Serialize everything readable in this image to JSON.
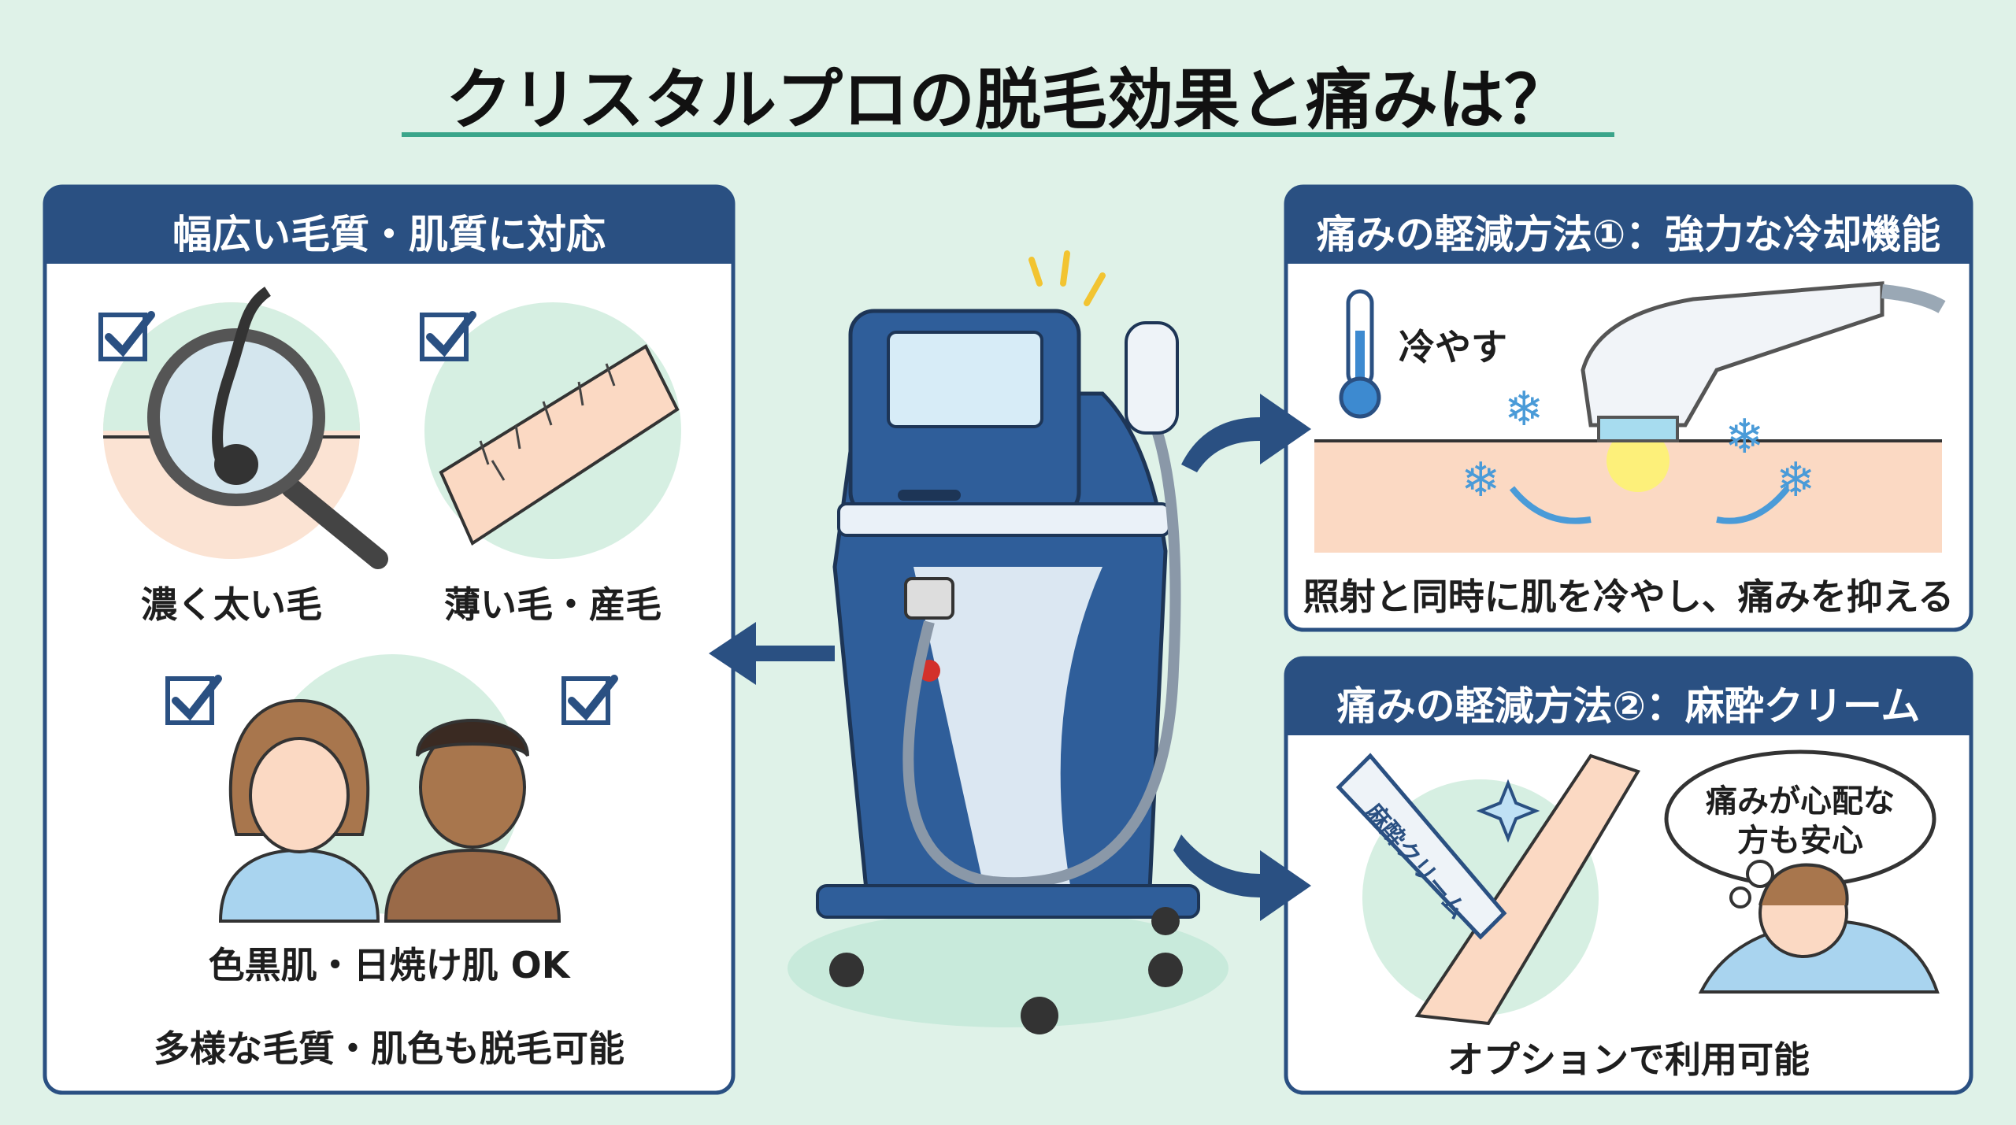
{
  "title": "クリスタルプロの脱毛効果と痛みは？",
  "left_panel": {
    "header": "幅広い毛質・肌質に対応",
    "thick_hair_label": "濃く太い毛",
    "thin_hair_label": "薄い毛・産毛",
    "skin_label": "色黒肌・日焼け肌 OK",
    "summary": "多様な毛質・肌色も脱毛可能"
  },
  "right_top_panel": {
    "header": "痛みの軽減方法①：強力な冷却機能",
    "cool_label": "冷やす",
    "caption": "照射と同時に肌を冷やし、痛みを抑える"
  },
  "right_bottom_panel": {
    "header": "痛みの軽減方法②：麻酔クリーム",
    "tube_label": "麻酔クリーム",
    "thought_line1": "痛みが心配な",
    "thought_line2": "方も安心",
    "caption": "オプションで利用可能"
  },
  "colors": {
    "background": "#dff2e8",
    "header": "#2a5082",
    "accent": "#4a9bd8",
    "underline": "#3aa58a"
  }
}
